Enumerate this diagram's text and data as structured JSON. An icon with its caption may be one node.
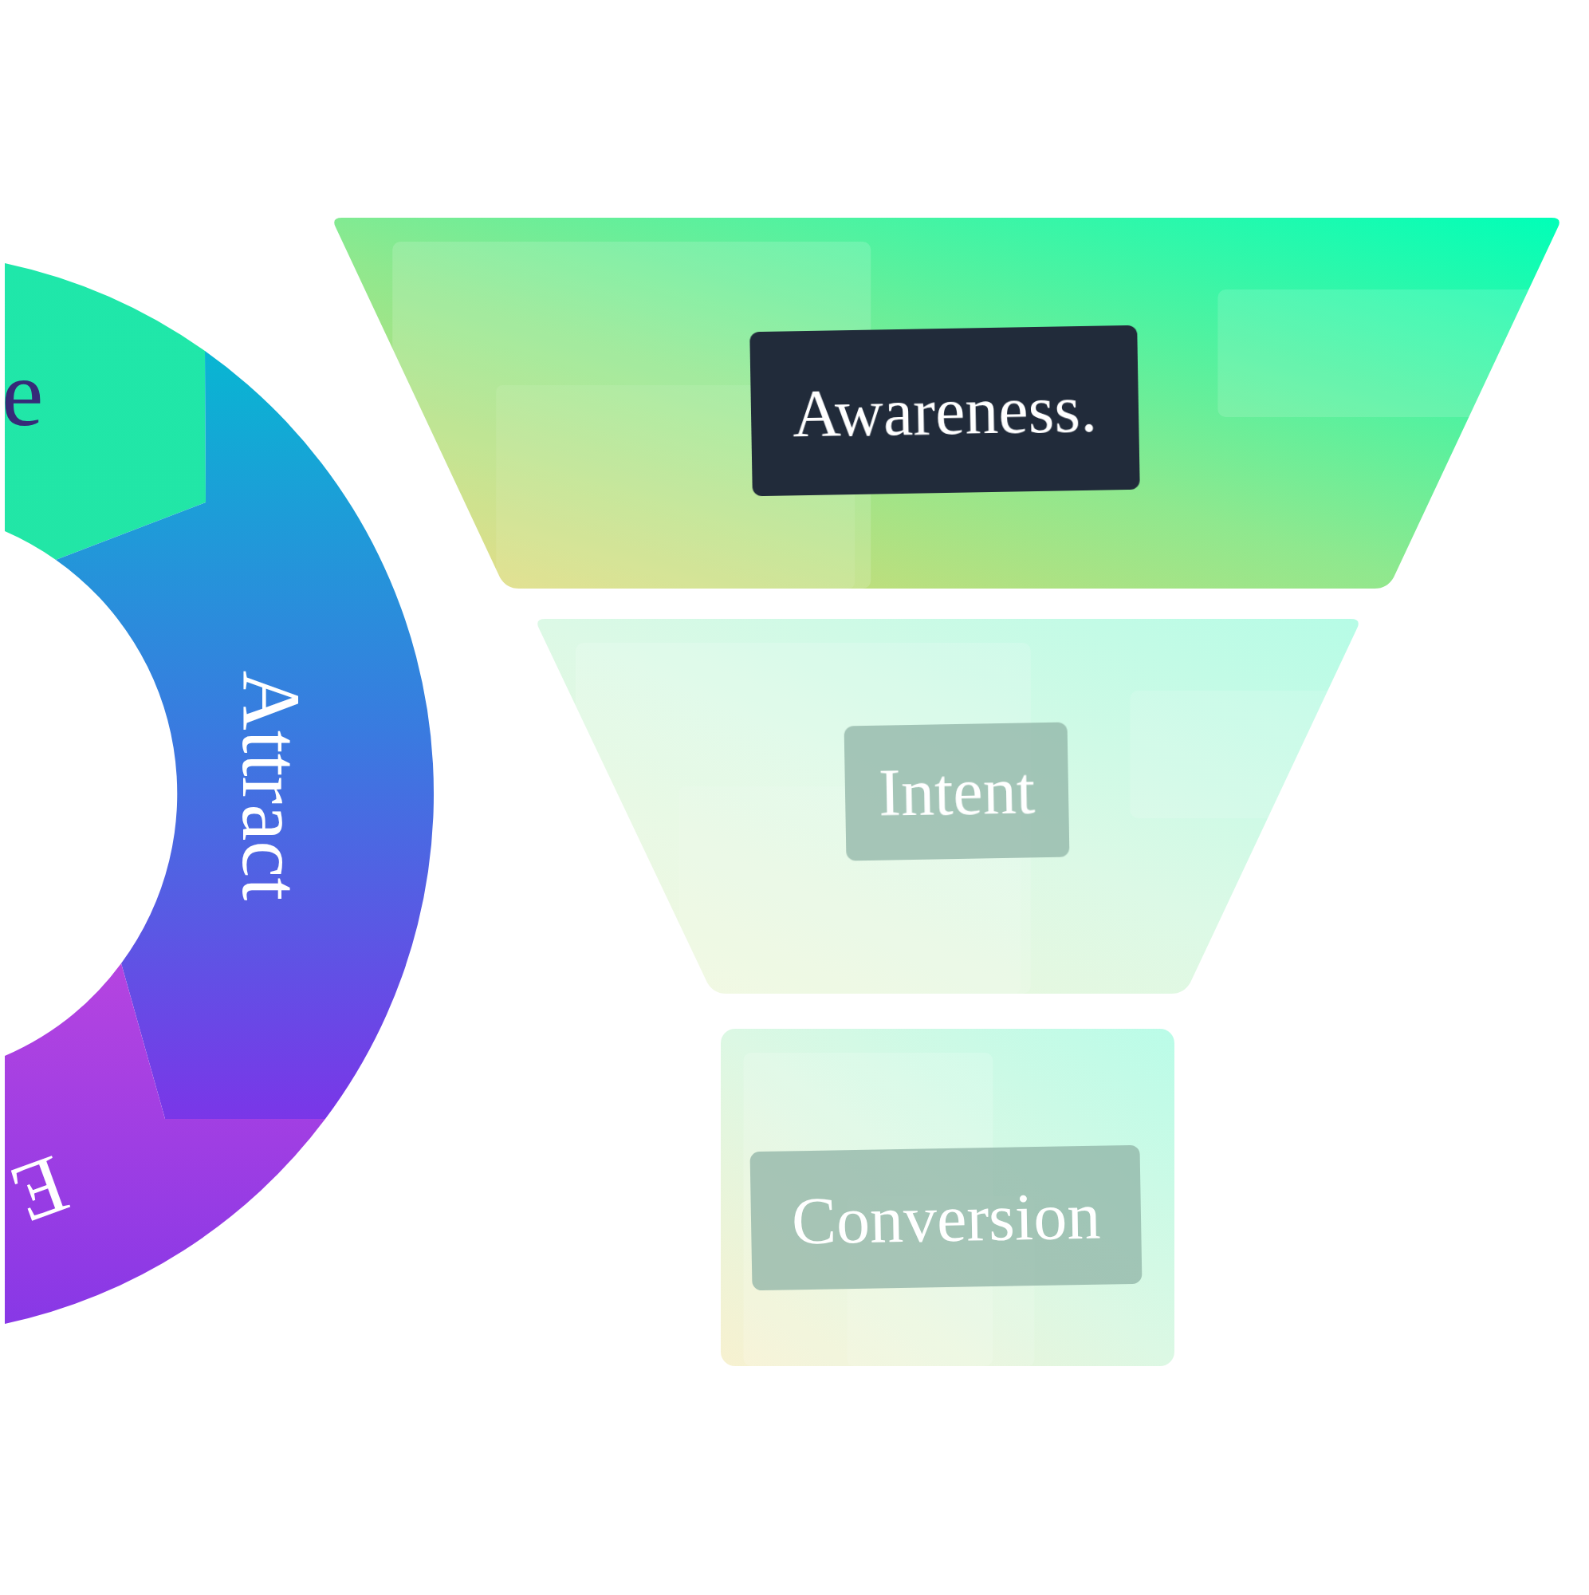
{
  "diagram": {
    "nodes": [
      {
        "text": [
          "e"
        ]
      },
      {
        "text": [
          "Attract"
        ]
      },
      {
        "text": [
          "E"
        ]
      },
      {
        "text": [
          "Awareness."
        ]
      },
      {
        "text": [
          "Intent"
        ]
      },
      {
        "text": [
          "Conversion"
        ]
      }
    ]
  }
}
